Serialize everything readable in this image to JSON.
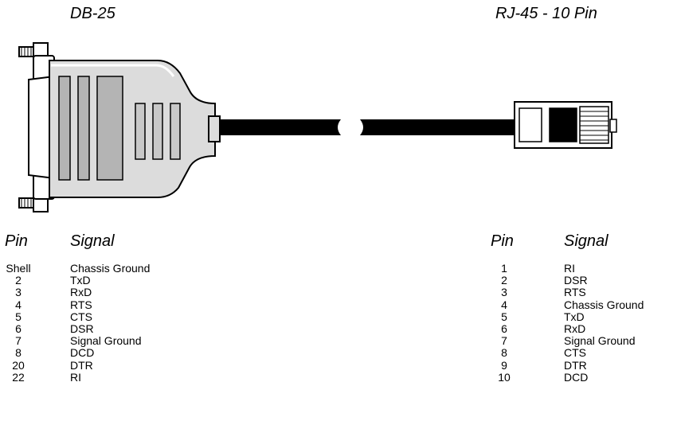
{
  "titles": {
    "left": "DB-25",
    "right": "RJ-45 - 10 Pin"
  },
  "left_table": {
    "pin_header": "Pin",
    "signal_header": "Signal",
    "rows": [
      {
        "pin": "Shell",
        "signal": "Chassis Ground"
      },
      {
        "pin": "2",
        "signal": "TxD"
      },
      {
        "pin": "3",
        "signal": "RxD"
      },
      {
        "pin": "4",
        "signal": "RTS"
      },
      {
        "pin": "5",
        "signal": "CTS"
      },
      {
        "pin": "6",
        "signal": "DSR"
      },
      {
        "pin": "7",
        "signal": "Signal Ground"
      },
      {
        "pin": "8",
        "signal": "DCD"
      },
      {
        "pin": "20",
        "signal": "DTR"
      },
      {
        "pin": "22",
        "signal": "RI"
      }
    ]
  },
  "right_table": {
    "pin_header": "Pin",
    "signal_header": "Signal",
    "rows": [
      {
        "pin": "1",
        "signal": "RI"
      },
      {
        "pin": "2",
        "signal": "DSR"
      },
      {
        "pin": "3",
        "signal": "RTS"
      },
      {
        "pin": "4",
        "signal": "Chassis Ground"
      },
      {
        "pin": "5",
        "signal": "TxD"
      },
      {
        "pin": "6",
        "signal": "RxD"
      },
      {
        "pin": "7",
        "signal": "Signal Ground"
      },
      {
        "pin": "8",
        "signal": "CTS"
      },
      {
        "pin": "9",
        "signal": "DTR"
      },
      {
        "pin": "10",
        "signal": "DCD"
      }
    ]
  }
}
